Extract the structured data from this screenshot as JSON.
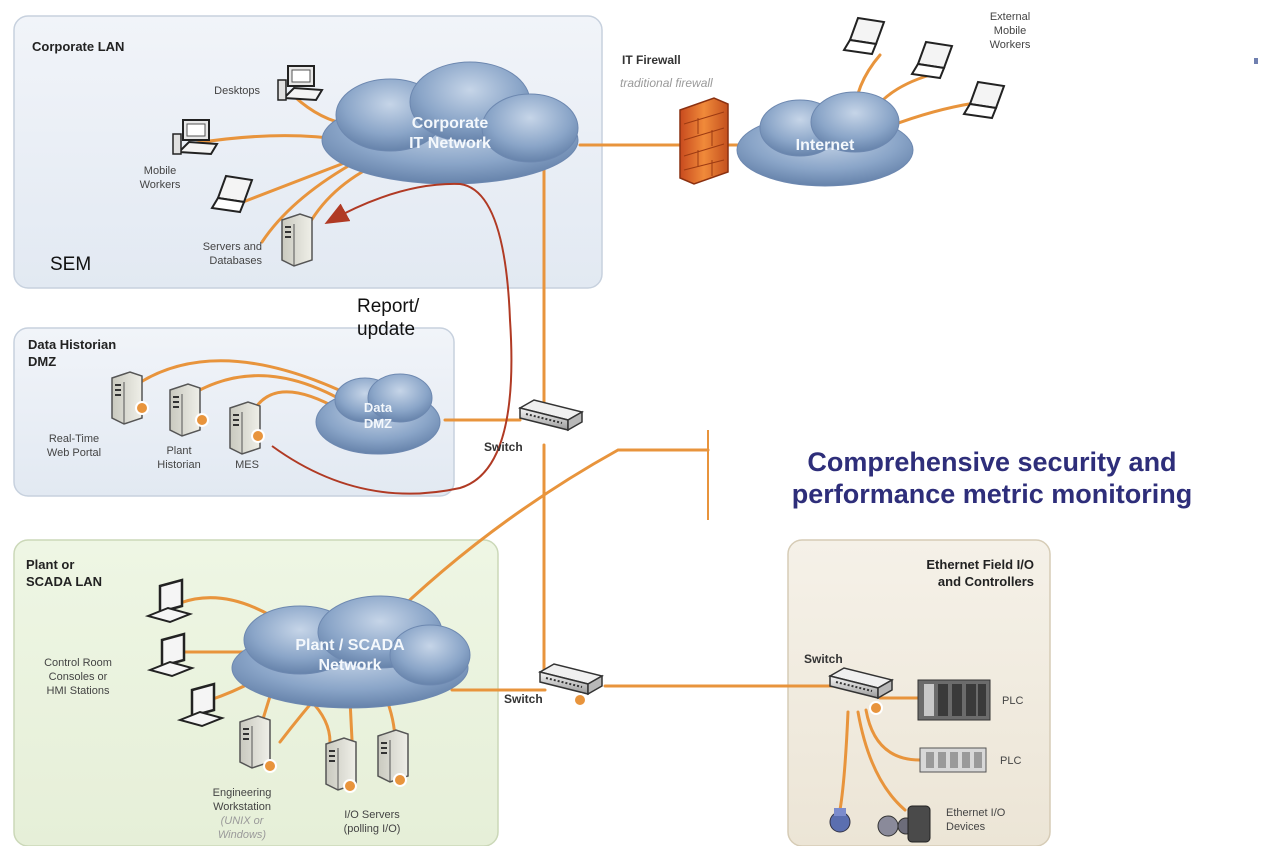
{
  "zones": {
    "corporate_lan": "Corporate LAN",
    "data_historian": "Data Historian\nDMZ",
    "plant_scada_lan": "Plant or\nSCADA LAN",
    "field_io": "Ethernet Field I/O\nand Controllers"
  },
  "clouds": {
    "corporate": "Corporate\nIT Network",
    "internet": "Internet",
    "data_dmz": "Data\nDMZ",
    "plant": "Plant / SCADA\nNetwork"
  },
  "firewall": {
    "title": "IT Firewall",
    "subtitle": "traditional firewall"
  },
  "labels": {
    "desktops": "Desktops",
    "mobile_workers": "Mobile\nWorkers",
    "servers_databases": "Servers and\nDatabases",
    "external_mobile_workers": "External\nMobile\nWorkers",
    "real_time_portal": "Real-Time\nWeb Portal",
    "plant_historian": "Plant\nHistorian",
    "mes": "MES",
    "switch_dmz": "Switch",
    "switch_plant": "Switch",
    "switch_field": "Switch",
    "control_room": "Control Room\nConsoles or\nHMI Stations",
    "engineering_ws": "Engineering\nWorkstation",
    "engineering_ws_os": "(UNIX or\nWindows)",
    "io_servers": "I/O Servers\n(polling I/O)",
    "plc_1": "PLC",
    "plc_2": "PLC",
    "ethernet_io": "Ethernet I/O\nDevices"
  },
  "annotations": {
    "sem": "SEM",
    "report_update": "Report/\nupdate",
    "headline": "Comprehensive security and\nperformance metric monitoring"
  },
  "colors": {
    "link": "#e8943c",
    "cloud": "#7e9cc4",
    "corporate_zone": "#e7edf5",
    "plant_zone": "#ebf3df",
    "field_zone": "#f1ece1",
    "report_arrow": "#b03a24",
    "headline": "#2e2e7a"
  }
}
